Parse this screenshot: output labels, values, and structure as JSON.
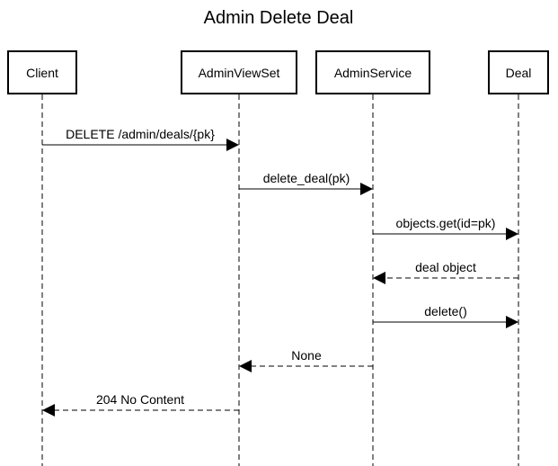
{
  "title": "Admin Delete Deal",
  "participants": [
    {
      "id": "client",
      "label": "Client"
    },
    {
      "id": "adminviewset",
      "label": "AdminViewSet"
    },
    {
      "id": "adminservice",
      "label": "AdminService"
    },
    {
      "id": "deal",
      "label": "Deal"
    }
  ],
  "messages": [
    {
      "from": "client",
      "to": "adminviewset",
      "label": "DELETE /admin/deals/{pk}",
      "style": "solid"
    },
    {
      "from": "adminviewset",
      "to": "adminservice",
      "label": "delete_deal(pk)",
      "style": "solid"
    },
    {
      "from": "adminservice",
      "to": "deal",
      "label": "objects.get(id=pk)",
      "style": "solid"
    },
    {
      "from": "deal",
      "to": "adminservice",
      "label": "deal object",
      "style": "dashed"
    },
    {
      "from": "adminservice",
      "to": "deal",
      "label": "delete()",
      "style": "solid"
    },
    {
      "from": "adminservice",
      "to": "adminviewset",
      "label": "None",
      "style": "dashed"
    },
    {
      "from": "adminviewset",
      "to": "client",
      "label": "204 No Content",
      "style": "dashed"
    }
  ]
}
